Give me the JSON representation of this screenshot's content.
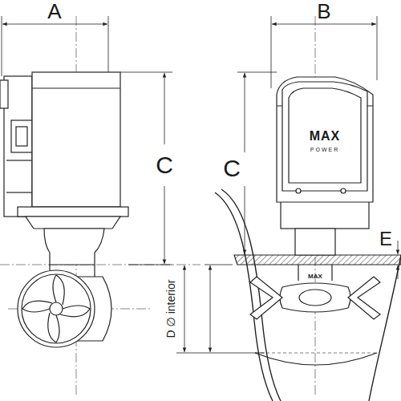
{
  "diagram": {
    "labels": [
      "A",
      "B",
      "C",
      "C",
      "MAX",
      "POWER",
      "E",
      "D ∅ interior",
      "MAX"
    ]
  }
}
